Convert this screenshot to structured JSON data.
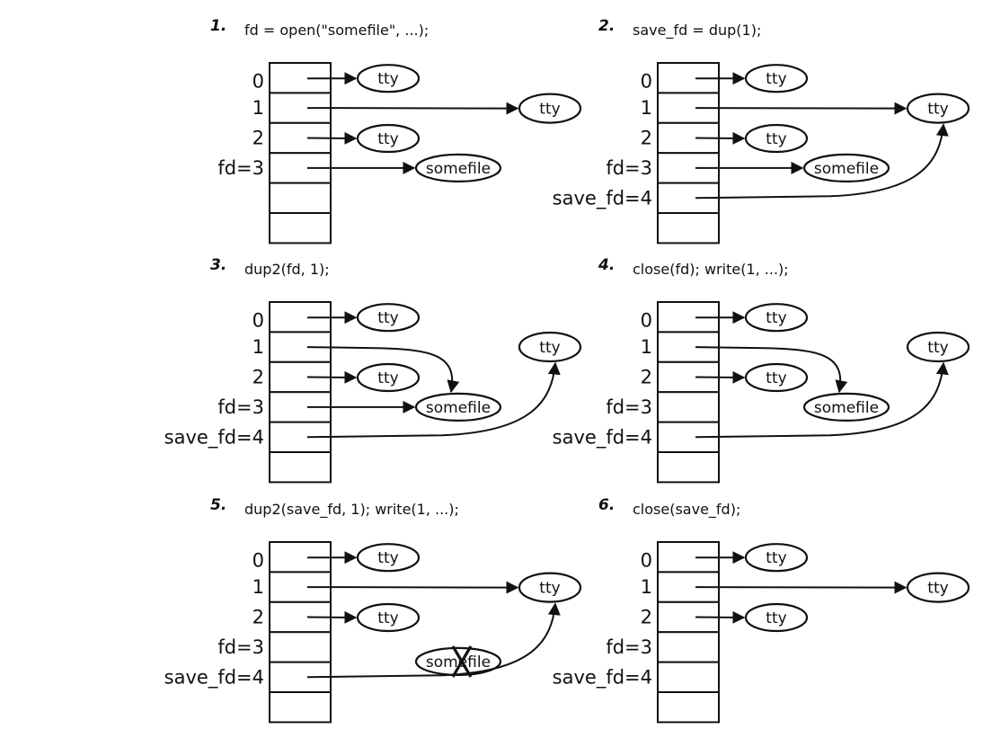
{
  "panels": [
    {
      "number": "1.",
      "code": "fd = open(\"somefile\", ...);",
      "labels": [
        "0",
        "1",
        "2",
        "fd=3"
      ],
      "nodes": [
        {
          "id": "t0",
          "text": "tty",
          "kind": "tty"
        },
        {
          "id": "t1",
          "text": "tty",
          "kind": "tty"
        },
        {
          "id": "t2",
          "text": "tty",
          "kind": "tty"
        },
        {
          "id": "sf",
          "text": "somefile",
          "kind": "file"
        }
      ],
      "links": [
        {
          "from": 0,
          "to": "t0"
        },
        {
          "from": 1,
          "to": "t1"
        },
        {
          "from": 2,
          "to": "t2"
        },
        {
          "from": 3,
          "to": "sf"
        }
      ]
    },
    {
      "number": "2.",
      "code": "save_fd = dup(1);",
      "labels": [
        "0",
        "1",
        "2",
        "fd=3",
        "save_fd=4"
      ],
      "nodes": [
        {
          "id": "t0",
          "text": "tty",
          "kind": "tty"
        },
        {
          "id": "t1",
          "text": "tty",
          "kind": "tty"
        },
        {
          "id": "t2",
          "text": "tty",
          "kind": "tty"
        },
        {
          "id": "sf",
          "text": "somefile",
          "kind": "file"
        }
      ],
      "links": [
        {
          "from": 0,
          "to": "t0"
        },
        {
          "from": 1,
          "to": "t1"
        },
        {
          "from": 2,
          "to": "t2"
        },
        {
          "from": 3,
          "to": "sf"
        },
        {
          "from": 4,
          "to": "t1"
        }
      ]
    },
    {
      "number": "3.",
      "code": "dup2(fd, 1);",
      "labels": [
        "0",
        "1",
        "2",
        "fd=3",
        "save_fd=4"
      ],
      "nodes": [
        {
          "id": "t0",
          "text": "tty",
          "kind": "tty"
        },
        {
          "id": "t1",
          "text": "tty",
          "kind": "tty"
        },
        {
          "id": "t2",
          "text": "tty",
          "kind": "tty"
        },
        {
          "id": "sf",
          "text": "somefile",
          "kind": "file"
        }
      ],
      "links": [
        {
          "from": 0,
          "to": "t0"
        },
        {
          "from": 1,
          "to": "sf"
        },
        {
          "from": 2,
          "to": "t2"
        },
        {
          "from": 3,
          "to": "sf"
        },
        {
          "from": 4,
          "to": "t1"
        }
      ]
    },
    {
      "number": "4.",
      "code": "close(fd); write(1, ...);",
      "labels": [
        "0",
        "1",
        "2",
        "fd=3",
        "save_fd=4"
      ],
      "nodes": [
        {
          "id": "t0",
          "text": "tty",
          "kind": "tty"
        },
        {
          "id": "t1",
          "text": "tty",
          "kind": "tty"
        },
        {
          "id": "t2",
          "text": "tty",
          "kind": "tty"
        },
        {
          "id": "sf",
          "text": "somefile",
          "kind": "file"
        }
      ],
      "links": [
        {
          "from": 0,
          "to": "t0"
        },
        {
          "from": 1,
          "to": "sf"
        },
        {
          "from": 2,
          "to": "t2"
        },
        {
          "from": 4,
          "to": "t1"
        }
      ]
    },
    {
      "number": "5.",
      "code": "dup2(save_fd, 1); write(1, ...);",
      "labels": [
        "0",
        "1",
        "2",
        "fd=3",
        "save_fd=4"
      ],
      "nodes": [
        {
          "id": "t0",
          "text": "tty",
          "kind": "tty"
        },
        {
          "id": "t1",
          "text": "tty",
          "kind": "tty"
        },
        {
          "id": "t2",
          "text": "tty",
          "kind": "tty"
        },
        {
          "id": "sf",
          "text": "somefile",
          "kind": "file",
          "crossed": true
        }
      ],
      "links": [
        {
          "from": 0,
          "to": "t0"
        },
        {
          "from": 1,
          "to": "t1"
        },
        {
          "from": 2,
          "to": "t2"
        },
        {
          "from": 4,
          "to": "t1"
        }
      ]
    },
    {
      "number": "6.",
      "code": "close(save_fd);",
      "labels": [
        "0",
        "1",
        "2",
        "fd=3",
        "save_fd=4"
      ],
      "nodes": [
        {
          "id": "t0",
          "text": "tty",
          "kind": "tty"
        },
        {
          "id": "t1",
          "text": "tty",
          "kind": "tty"
        },
        {
          "id": "t2",
          "text": "tty",
          "kind": "tty"
        }
      ],
      "links": [
        {
          "from": 0,
          "to": "t0"
        },
        {
          "from": 1,
          "to": "t1"
        },
        {
          "from": 2,
          "to": "t2"
        }
      ]
    }
  ]
}
